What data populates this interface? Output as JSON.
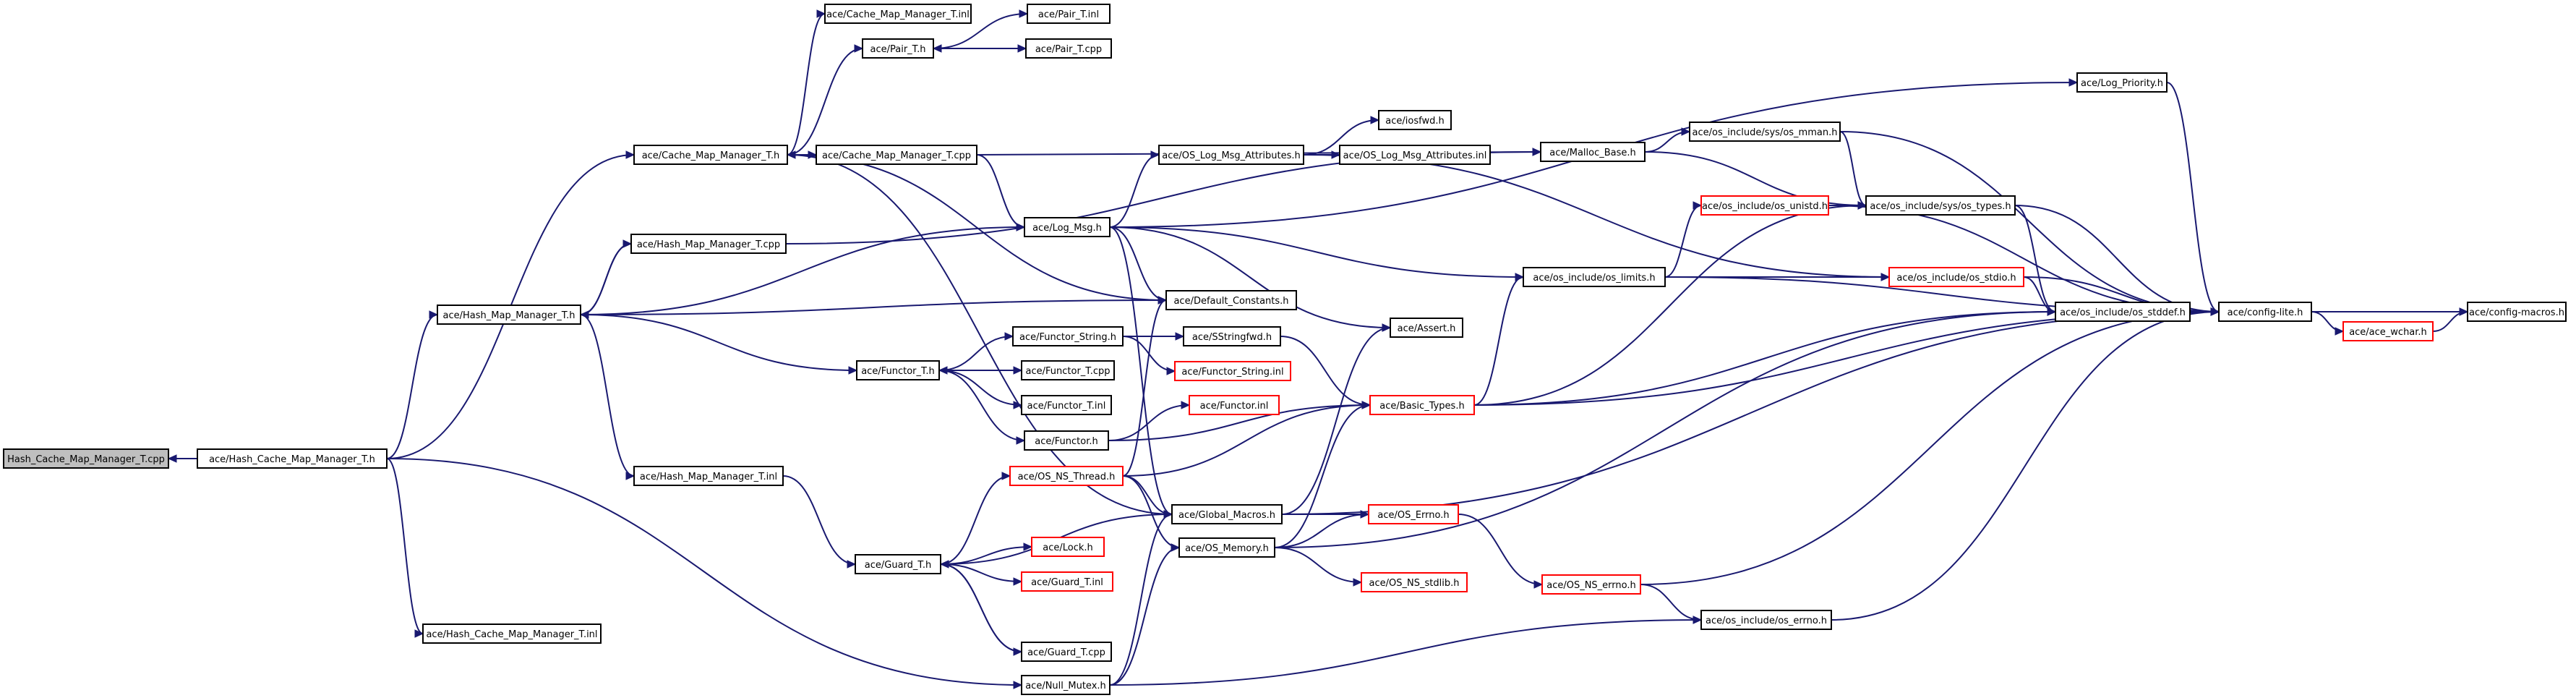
{
  "graph": {
    "colors": {
      "edge": "#191970",
      "border": "#000000",
      "border_incomplete": "#ff0000",
      "current_fill": "#bfbfbf"
    },
    "nodes": [
      {
        "id": "n0",
        "label": "Hash_Cache_Map_Manager_T.cpp",
        "style": "current"
      },
      {
        "id": "n1",
        "label": "ace/Hash_Cache_Map_Manager_T.h",
        "style": "black"
      },
      {
        "id": "n2",
        "label": "ace/Cache_Map_Manager_T.h",
        "style": "black"
      },
      {
        "id": "n3",
        "label": "ace/Hash_Map_Manager_T.h",
        "style": "black"
      },
      {
        "id": "n4",
        "label": "ace/Hash_Cache_Map_Manager_T.inl",
        "style": "black"
      },
      {
        "id": "n5",
        "label": "ace/Null_Mutex.h",
        "style": "black"
      },
      {
        "id": "n6",
        "label": "ace/Cache_Map_Manager_T.inl",
        "style": "black"
      },
      {
        "id": "n7",
        "label": "ace/Pair_T.h",
        "style": "black"
      },
      {
        "id": "n8",
        "label": "ace/Cache_Map_Manager_T.cpp",
        "style": "black"
      },
      {
        "id": "n9",
        "label": "ace/Hash_Map_Manager_T.cpp",
        "style": "black"
      },
      {
        "id": "n10",
        "label": "ace/Hash_Map_Manager_T.inl",
        "style": "black"
      },
      {
        "id": "n11",
        "label": "ace/Pair_T.inl",
        "style": "black"
      },
      {
        "id": "n12",
        "label": "ace/Pair_T.cpp",
        "style": "black"
      },
      {
        "id": "n13",
        "label": "ace/OS_Log_Msg_Attributes.h",
        "style": "black"
      },
      {
        "id": "n14",
        "label": "ace/Log_Msg.h",
        "style": "black"
      },
      {
        "id": "n15",
        "label": "ace/Functor_String.h",
        "style": "black"
      },
      {
        "id": "n16",
        "label": "ace/Functor_T.h",
        "style": "black"
      },
      {
        "id": "n17",
        "label": "ace/Functor_T.cpp",
        "style": "black"
      },
      {
        "id": "n18",
        "label": "ace/Functor_T.inl",
        "style": "black"
      },
      {
        "id": "n19",
        "label": "ace/Functor.h",
        "style": "black"
      },
      {
        "id": "n20",
        "label": "ace/OS_NS_Thread.h",
        "style": "red"
      },
      {
        "id": "n21",
        "label": "ace/Guard_T.h",
        "style": "black"
      },
      {
        "id": "n22",
        "label": "ace/Lock.h",
        "style": "red"
      },
      {
        "id": "n23",
        "label": "ace/Guard_T.inl",
        "style": "red"
      },
      {
        "id": "n24",
        "label": "ace/Guard_T.cpp",
        "style": "black"
      },
      {
        "id": "n25",
        "label": "ace/iosfwd.h",
        "style": "black"
      },
      {
        "id": "n26",
        "label": "ace/OS_Log_Msg_Attributes.inl",
        "style": "black"
      },
      {
        "id": "n27",
        "label": "ace/Default_Constants.h",
        "style": "black"
      },
      {
        "id": "n28",
        "label": "ace/SStringfwd.h",
        "style": "black"
      },
      {
        "id": "n29",
        "label": "ace/Functor_String.inl",
        "style": "red"
      },
      {
        "id": "n30",
        "label": "ace/Functor.inl",
        "style": "red"
      },
      {
        "id": "n31",
        "label": "ace/Global_Macros.h",
        "style": "black"
      },
      {
        "id": "n32",
        "label": "ace/OS_Memory.h",
        "style": "black"
      },
      {
        "id": "n33",
        "label": "ace/Assert.h",
        "style": "black"
      },
      {
        "id": "n34",
        "label": "ace/Basic_Types.h",
        "style": "red"
      },
      {
        "id": "n35",
        "label": "ace/OS_Errno.h",
        "style": "red"
      },
      {
        "id": "n36",
        "label": "ace/OS_NS_stdlib.h",
        "style": "red"
      },
      {
        "id": "n37",
        "label": "ace/OS_NS_errno.h",
        "style": "red"
      },
      {
        "id": "n38",
        "label": "ace/Malloc_Base.h",
        "style": "black"
      },
      {
        "id": "n39",
        "label": "ace/os_include/sys/os_mman.h",
        "style": "black"
      },
      {
        "id": "n40",
        "label": "ace/os_include/os_unistd.h",
        "style": "red"
      },
      {
        "id": "n41",
        "label": "ace/os_include/sys/os_types.h",
        "style": "black"
      },
      {
        "id": "n42",
        "label": "ace/os_include/os_limits.h",
        "style": "black"
      },
      {
        "id": "n43",
        "label": "ace/os_include/os_stdio.h",
        "style": "red"
      },
      {
        "id": "n44",
        "label": "ace/os_include/os_errno.h",
        "style": "black"
      },
      {
        "id": "n45",
        "label": "ace/Log_Priority.h",
        "style": "black"
      },
      {
        "id": "n46",
        "label": "ace/os_include/os_stddef.h",
        "style": "black"
      },
      {
        "id": "n47",
        "label": "ace/config-lite.h",
        "style": "black"
      },
      {
        "id": "n48",
        "label": "ace/ace_wchar.h",
        "style": "red"
      },
      {
        "id": "n49",
        "label": "ace/config-macros.h",
        "style": "black"
      }
    ],
    "edges": [
      [
        "n1",
        "n0"
      ],
      [
        "n1",
        "n2"
      ],
      [
        "n1",
        "n3"
      ],
      [
        "n1",
        "n4"
      ],
      [
        "n1",
        "n5"
      ],
      [
        "n2",
        "n6"
      ],
      [
        "n2",
        "n7"
      ],
      [
        "n2",
        "n8"
      ],
      [
        "n2",
        "n27"
      ],
      [
        "n2",
        "n31"
      ],
      [
        "n8",
        "n2"
      ],
      [
        "n8",
        "n14"
      ],
      [
        "n8",
        "n38"
      ],
      [
        "n7",
        "n11"
      ],
      [
        "n7",
        "n12"
      ],
      [
        "n12",
        "n7"
      ],
      [
        "n3",
        "n9"
      ],
      [
        "n3",
        "n10"
      ],
      [
        "n3",
        "n14"
      ],
      [
        "n3",
        "n16"
      ],
      [
        "n3",
        "n27"
      ],
      [
        "n9",
        "n3"
      ],
      [
        "n9",
        "n38"
      ],
      [
        "n10",
        "n21"
      ],
      [
        "n16",
        "n15"
      ],
      [
        "n16",
        "n17"
      ],
      [
        "n16",
        "n18"
      ],
      [
        "n16",
        "n19"
      ],
      [
        "n17",
        "n16"
      ],
      [
        "n15",
        "n28"
      ],
      [
        "n15",
        "n29"
      ],
      [
        "n19",
        "n30"
      ],
      [
        "n19",
        "n34"
      ],
      [
        "n14",
        "n13"
      ],
      [
        "n14",
        "n27"
      ],
      [
        "n14",
        "n31"
      ],
      [
        "n14",
        "n33"
      ],
      [
        "n14",
        "n42"
      ],
      [
        "n14",
        "n45"
      ],
      [
        "n13",
        "n25"
      ],
      [
        "n13",
        "n26"
      ],
      [
        "n13",
        "n43"
      ],
      [
        "n28",
        "n34"
      ],
      [
        "n21",
        "n20"
      ],
      [
        "n21",
        "n22"
      ],
      [
        "n21",
        "n23"
      ],
      [
        "n21",
        "n24"
      ],
      [
        "n21",
        "n31"
      ],
      [
        "n24",
        "n21"
      ],
      [
        "n20",
        "n31"
      ],
      [
        "n20",
        "n32"
      ],
      [
        "n20",
        "n27"
      ],
      [
        "n20",
        "n34"
      ],
      [
        "n5",
        "n31"
      ],
      [
        "n5",
        "n32"
      ],
      [
        "n5",
        "n44"
      ],
      [
        "n31",
        "n33"
      ],
      [
        "n31",
        "n35"
      ],
      [
        "n31",
        "n47"
      ],
      [
        "n32",
        "n34"
      ],
      [
        "n32",
        "n35"
      ],
      [
        "n32",
        "n36"
      ],
      [
        "n32",
        "n46"
      ],
      [
        "n35",
        "n37"
      ],
      [
        "n37",
        "n44"
      ],
      [
        "n37",
        "n47"
      ],
      [
        "n34",
        "n41"
      ],
      [
        "n34",
        "n42"
      ],
      [
        "n34",
        "n46"
      ],
      [
        "n34",
        "n47"
      ],
      [
        "n38",
        "n39"
      ],
      [
        "n38",
        "n41"
      ],
      [
        "n39",
        "n41"
      ],
      [
        "n39",
        "n47"
      ],
      [
        "n40",
        "n41"
      ],
      [
        "n40",
        "n47"
      ],
      [
        "n41",
        "n46"
      ],
      [
        "n41",
        "n47"
      ],
      [
        "n42",
        "n40"
      ],
      [
        "n42",
        "n43"
      ],
      [
        "n42",
        "n47"
      ],
      [
        "n43",
        "n46"
      ],
      [
        "n43",
        "n47"
      ],
      [
        "n44",
        "n47"
      ],
      [
        "n45",
        "n47"
      ],
      [
        "n46",
        "n47"
      ],
      [
        "n47",
        "n48"
      ],
      [
        "n47",
        "n49"
      ],
      [
        "n48",
        "n49"
      ]
    ]
  }
}
